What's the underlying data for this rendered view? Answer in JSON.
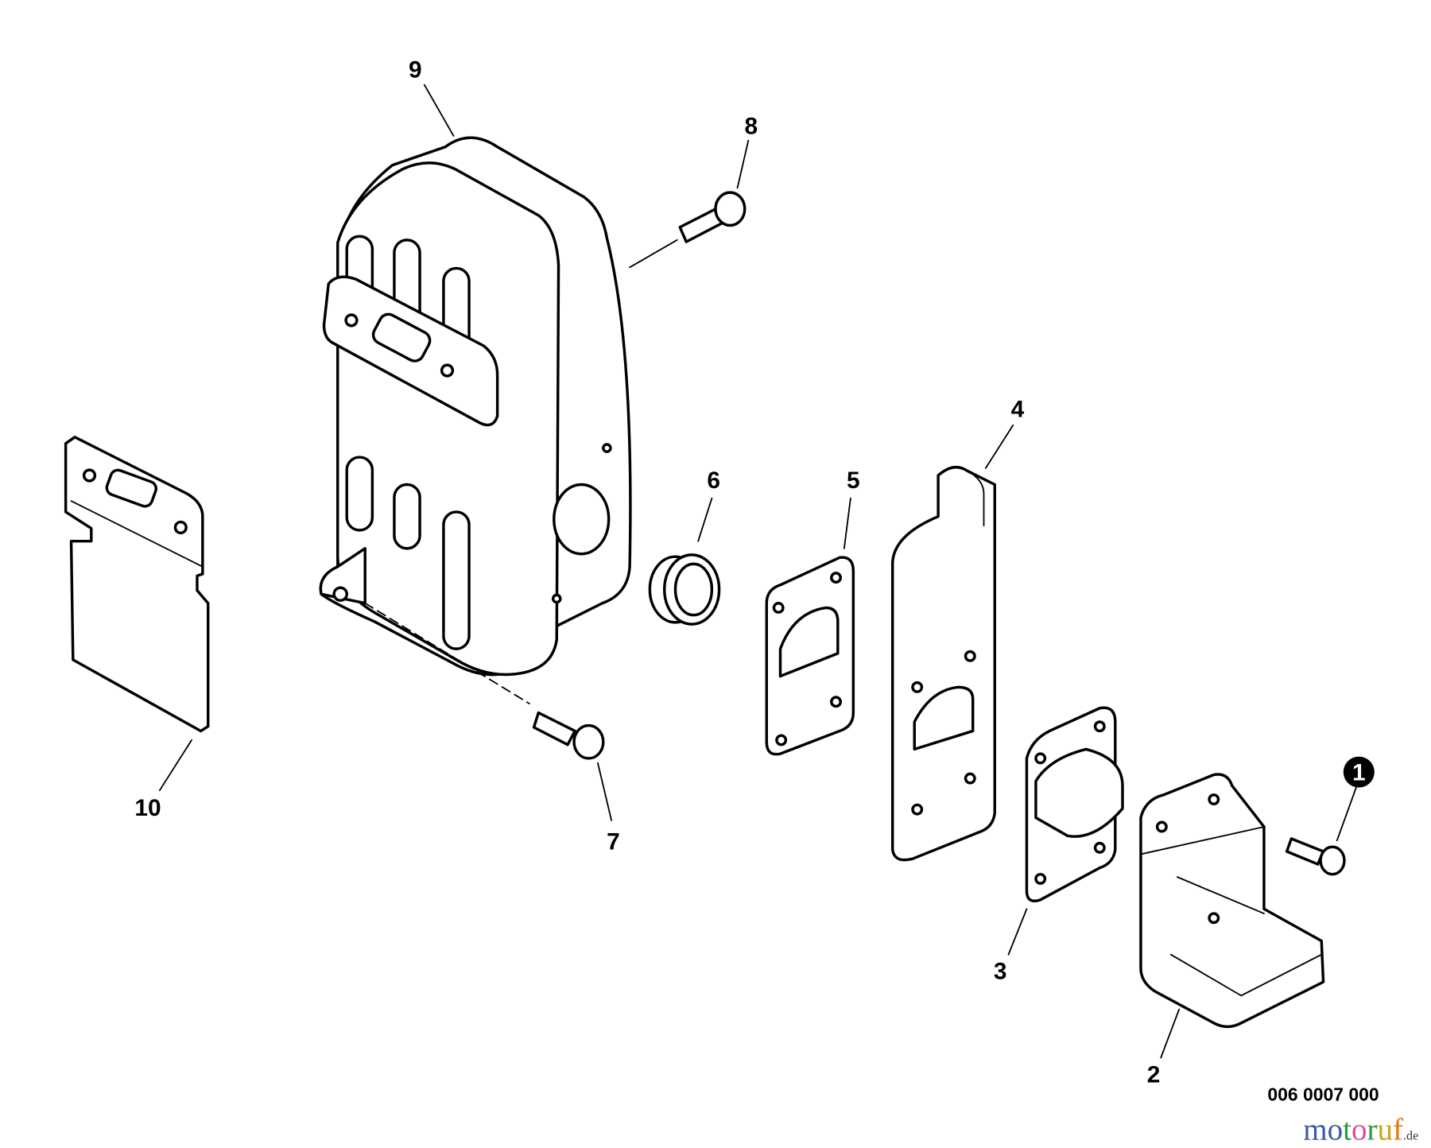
{
  "diagram": {
    "drawing_number": "006 0007 000",
    "watermark": {
      "parts": [
        "m",
        "o",
        "t",
        "o",
        "r",
        "u",
        "f"
      ],
      "suffix": ".de",
      "colors": [
        "#3c5aa8",
        "#3c5aa8",
        "#2e9a3a",
        "#e04c9a",
        "#d4a017",
        "#e07a10",
        "#e0a010"
      ]
    },
    "callouts": [
      {
        "id": "9",
        "text": "9",
        "part": "muffler"
      },
      {
        "id": "8",
        "text": "8",
        "part": "bolt-upper"
      },
      {
        "id": "4",
        "text": "4",
        "part": "heat-shield-plate"
      },
      {
        "id": "6",
        "text": "6",
        "part": "spark-screen"
      },
      {
        "id": "5",
        "text": "5",
        "part": "gasket-outlet"
      },
      {
        "id": "10",
        "text": "10",
        "part": "gasket-cylinder"
      },
      {
        "id": "7",
        "text": "7",
        "part": "bolt-lower"
      },
      {
        "id": "1",
        "text": "1",
        "part": "screw",
        "highlighted": true
      },
      {
        "id": "3",
        "text": "3",
        "part": "outlet-deflector"
      },
      {
        "id": "2",
        "text": "2",
        "part": "muffler-cover"
      }
    ]
  }
}
